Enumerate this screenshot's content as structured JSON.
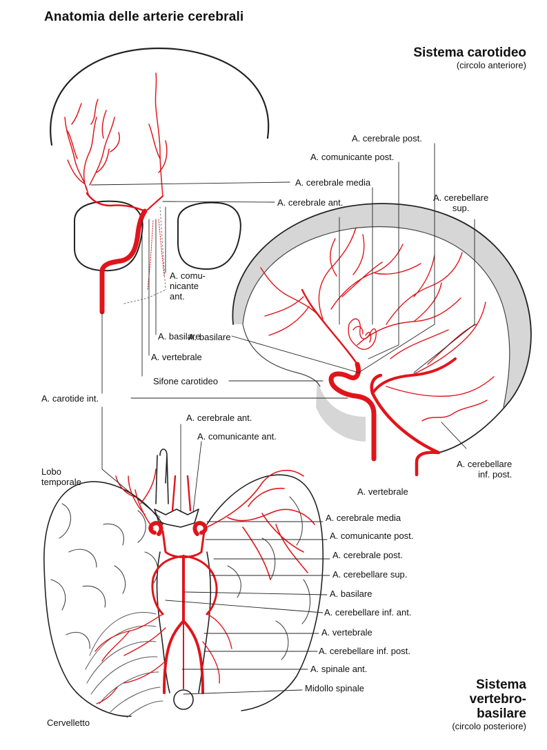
{
  "title": "Anatomia delle arterie cerebrali",
  "systems": {
    "carotid": {
      "title": "Sistema carotideo",
      "subtitle": "(circolo anteriore)"
    },
    "vertebrobasilar": {
      "title": "Sistema\nvertebro-\nbasilare",
      "subtitle": "(circolo posteriore)"
    }
  },
  "colors": {
    "artery": "#e0151b",
    "outline": "#222222",
    "shade": "#d6d6d6"
  },
  "labels": {
    "frontal": {
      "cerebrale_media": "A. cerebrale media",
      "cerebrale_ant": "A. cerebrale ant.",
      "comunicante_ant": "A. comu-\nnicante\nant.",
      "basilare": "A. basilare",
      "vertebrale": "A. vertebrale",
      "sifone": "Sifone carotideo",
      "carotide_int": "A. carotide int."
    },
    "lateral": {
      "cerebrale_post": "A. cerebrale post.",
      "comunicante_post": "A. comunicante post.",
      "cerebellare_sup": "A. cerebellare\nsup.",
      "basilare": "A. basilare",
      "cerebellare_inf_post": "A. cerebellare\ninf. post.",
      "vertebrale": "A. vertebrale"
    },
    "inferior": {
      "cerebrale_ant": "A. cerebrale ant.",
      "comunicante_ant": "A. comunicante ant.",
      "lobo_temporale": "Lobo\ntemporale",
      "cerebrale_media": "A. cerebrale media",
      "comunicante_post": "A. comunicante post.",
      "cerebrale_post": "A. cerebrale post.",
      "cerebellare_sup": "A. cerebellare sup.",
      "basilare": "A. basilare",
      "cerebellare_inf_ant": "A. cerebellare inf. ant.",
      "vertebrale": "A. vertebrale",
      "cerebellare_inf_post": "A. cerebellare inf. post.",
      "spinale_ant": "A. spinale ant.",
      "midollo": "Midollo spinale",
      "cervelletto": "Cervelletto"
    }
  }
}
